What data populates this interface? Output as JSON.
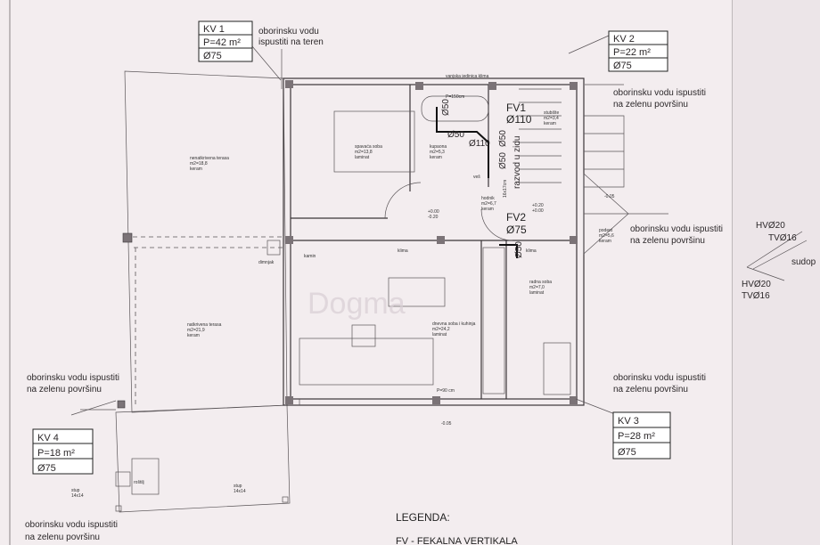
{
  "catchments": [
    {
      "id": "KV 1",
      "area": "P=42 m²",
      "pipe": "Ø75"
    },
    {
      "id": "KV 2",
      "area": "P=22 m²",
      "pipe": "Ø75"
    },
    {
      "id": "KV 3",
      "area": "P=28 m²",
      "pipe": "Ø75"
    },
    {
      "id": "KV 4",
      "area": "P=18 m²",
      "pipe": "Ø75"
    }
  ],
  "notes": {
    "kv1_line1": "oborinsku vodu",
    "kv1_line2": "ispustiti na teren",
    "green_line1": "oborinsku vodu ispustiti",
    "green_line2": "na zelenu površinu"
  },
  "verticals": {
    "fv1": "FV1",
    "fv1_pipe": "Ø110",
    "fv2": "FV2",
    "fv2_pipe": "Ø75",
    "p50a": "Ø50",
    "p50b": "Ø50",
    "p110": "Ø110",
    "p50c": "Ø50",
    "p50d": "Ø50",
    "p50e": "Ø50",
    "wall_note": "razvod u zidu"
  },
  "rooms": {
    "bedroom": [
      "spavaća soba",
      "m2=13,8",
      "laminat"
    ],
    "bathroom": [
      "kupaona",
      "m2=5,3",
      "keram"
    ],
    "stairs": [
      "stubište",
      "m2=3,4",
      "keram"
    ],
    "hall": [
      "hodnik",
      "m2=6,7",
      "keram"
    ],
    "terrace_open": [
      "nenatkrivena terasa",
      "m2=18,8",
      "keram"
    ],
    "terrace_covered": [
      "natkrivena terasa",
      "m2=21,9",
      "keram"
    ],
    "living": [
      "dnevna soba i kuhinja",
      "m2=24,2",
      "laminat"
    ],
    "workroom": [
      "radna soba",
      "m2=7,0",
      "laminat"
    ],
    "landing": [
      "podest",
      "m2=5,6",
      "keram"
    ]
  },
  "labels": {
    "ac_unit": "vanjska jedinica klima",
    "chimney": "dimnjak",
    "fireplace": "kamin",
    "klima1": "klima",
    "klima2": "klima",
    "laundry": "veš",
    "tub": "P=150cm",
    "pillar1": "stup",
    "pillar1_size": "14x14",
    "pillar2": "stup",
    "pillar2_size": "14x14",
    "rolo": "roštilj",
    "lvl1": "+0.00",
    "lvl1b": "-0.20",
    "lvl2": "+0.20",
    "lvl2b": "+0.00",
    "lvl3": "-0.05",
    "lvl4": "-0.05",
    "sill": "P=90 cm",
    "stairs_dim": "16x17cm",
    "sudop": "sudop",
    "hv1": "HVØ20",
    "tv1": "TVØ16",
    "hv2": "HVØ20",
    "tv2": "TVØ16"
  },
  "legend": {
    "title": "LEGENDA:",
    "item1": "FV - FEKALNA VERTIKALA"
  },
  "watermark": "Dogma"
}
